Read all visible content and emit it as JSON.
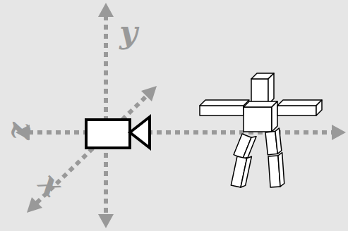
{
  "diagram": {
    "labels": [
      "y",
      "z",
      "x"
    ]
  }
}
